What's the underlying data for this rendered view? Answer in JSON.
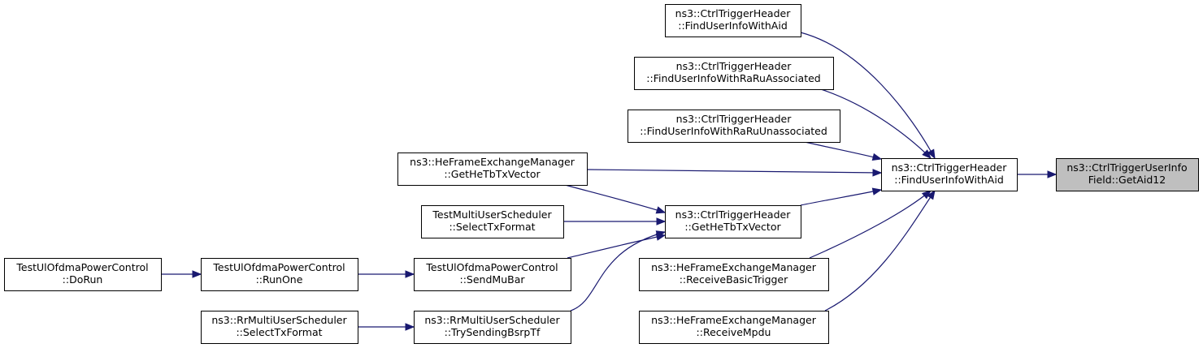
{
  "graph": {
    "nodes": [
      {
        "id": "getaid12",
        "lines": [
          "ns3::CtrlTriggerUserInfo",
          "Field::GetAid12"
        ],
        "current": true
      },
      {
        "id": "ctrl-find-with-aid-main",
        "lines": [
          "ns3::CtrlTriggerHeader",
          "::FindUserInfoWithAid"
        ]
      },
      {
        "id": "ctrl-find-with-aid-top",
        "lines": [
          "ns3::CtrlTriggerHeader",
          "::FindUserInfoWithAid"
        ]
      },
      {
        "id": "ctrl-find-raru-assoc",
        "lines": [
          "ns3::CtrlTriggerHeader",
          "::FindUserInfoWithRaRuAssociated"
        ]
      },
      {
        "id": "ctrl-find-raru-unassoc",
        "lines": [
          "ns3::CtrlTriggerHeader",
          "::FindUserInfoWithRaRuUnassociated"
        ]
      },
      {
        "id": "hefem-get-hetb-txvector",
        "lines": [
          "ns3::HeFrameExchangeManager",
          "::GetHeTbTxVector"
        ]
      },
      {
        "id": "ctrl-get-hetb-txvector",
        "lines": [
          "ns3::CtrlTriggerHeader",
          "::GetHeTbTxVector"
        ]
      },
      {
        "id": "test-mu-select-txformat",
        "lines": [
          "TestMultiUserScheduler",
          "::SelectTxFormat"
        ]
      },
      {
        "id": "test-ulofdma-send-mubar",
        "lines": [
          "TestUlOfdmaPowerControl",
          "::SendMuBar"
        ]
      },
      {
        "id": "rr-mu-try-sending-bsrptf",
        "lines": [
          "ns3::RrMultiUserScheduler",
          "::TrySendingBsrpTf"
        ]
      },
      {
        "id": "hefem-receive-basic-trigger",
        "lines": [
          "ns3::HeFrameExchangeManager",
          "::ReceiveBasicTrigger"
        ]
      },
      {
        "id": "hefem-receive-mpdu",
        "lines": [
          "ns3::HeFrameExchangeManager",
          "::ReceiveMpdu"
        ]
      },
      {
        "id": "test-ulofdma-runone",
        "lines": [
          "TestUlOfdmaPowerControl",
          "::RunOne"
        ]
      },
      {
        "id": "test-ulofdma-dorun",
        "lines": [
          "TestUlOfdmaPowerControl",
          "::DoRun"
        ]
      },
      {
        "id": "rr-mu-select-txformat",
        "lines": [
          "ns3::RrMultiUserScheduler",
          "::SelectTxFormat"
        ]
      }
    ],
    "edges": [
      {
        "from": "ctrl-find-with-aid-main",
        "to": "getaid12"
      },
      {
        "from": "ctrl-find-with-aid-top",
        "to": "ctrl-find-with-aid-main"
      },
      {
        "from": "ctrl-find-raru-assoc",
        "to": "ctrl-find-with-aid-main"
      },
      {
        "from": "ctrl-find-raru-unassoc",
        "to": "ctrl-find-with-aid-main"
      },
      {
        "from": "hefem-get-hetb-txvector",
        "to": "ctrl-find-with-aid-main"
      },
      {
        "from": "ctrl-get-hetb-txvector",
        "to": "ctrl-find-with-aid-main"
      },
      {
        "from": "hefem-receive-basic-trigger",
        "to": "ctrl-find-with-aid-main"
      },
      {
        "from": "hefem-receive-mpdu",
        "to": "ctrl-find-with-aid-main"
      },
      {
        "from": "hefem-get-hetb-txvector",
        "to": "ctrl-get-hetb-txvector"
      },
      {
        "from": "test-mu-select-txformat",
        "to": "ctrl-get-hetb-txvector"
      },
      {
        "from": "test-ulofdma-send-mubar",
        "to": "ctrl-get-hetb-txvector"
      },
      {
        "from": "rr-mu-try-sending-bsrptf",
        "to": "ctrl-get-hetb-txvector"
      },
      {
        "from": "test-ulofdma-runone",
        "to": "test-ulofdma-send-mubar"
      },
      {
        "from": "test-ulofdma-dorun",
        "to": "test-ulofdma-runone"
      },
      {
        "from": "rr-mu-select-txformat",
        "to": "rr-mu-try-sending-bsrptf"
      }
    ],
    "colors": {
      "edge": "#191970",
      "current_fill": "#bfbfbf",
      "node_border": "#000000"
    }
  }
}
